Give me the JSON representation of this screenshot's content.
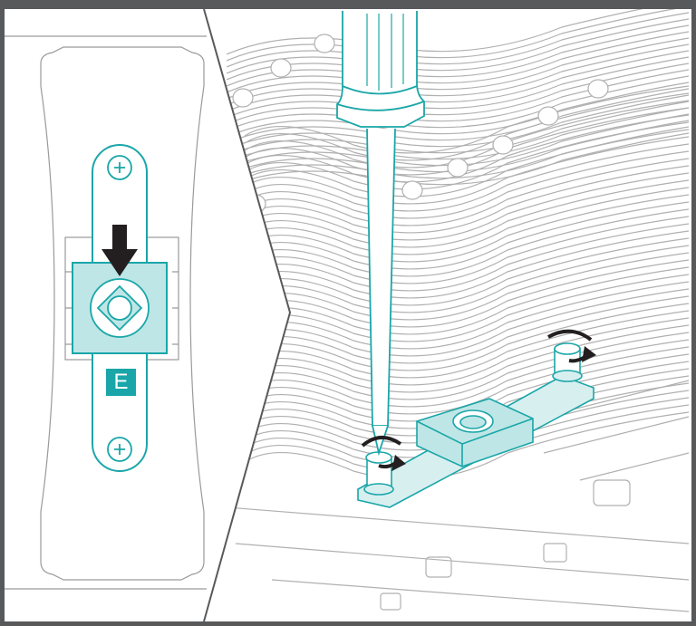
{
  "illustration": {
    "panel_label": "E",
    "colors": {
      "accent": "#1aa6a8",
      "accent_fill": "#bfe6e6",
      "line": "#b0b0b0",
      "dark": "#58595b",
      "arrow": "#231f20"
    },
    "icons": [
      "screwdriver-icon",
      "rotate-arrow-icon",
      "down-arrow-icon",
      "mounting-bar",
      "cpu-cooler-heatsink"
    ]
  }
}
